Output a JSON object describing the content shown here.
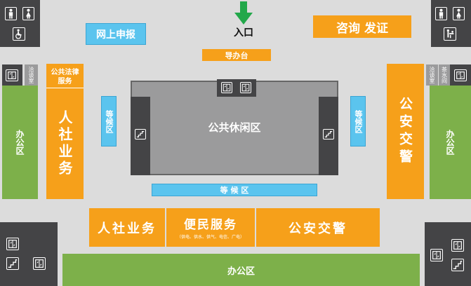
{
  "labels": {
    "entrance": "入口",
    "online_filing": "网上申报",
    "consult_issue": "咨询 发证",
    "reception": "导办台",
    "legal_services": "公共法律服务",
    "hr_social_vertical": "人社业务",
    "waiting_left": "等候区",
    "waiting_right": "等候区",
    "waiting_bottom": "等 候 区",
    "public_leisure": "公共休闲区",
    "police_vertical": "公安交警",
    "office_left": "办公区",
    "office_right": "办公区",
    "office_bottom": "办公区",
    "negotiation_left": "洽谈室",
    "negotiation_right": "洽谈室",
    "tea_room": "茶水间",
    "hr_social_bottom": "人社业务",
    "convenience": "便民服务",
    "convenience_sub": "（供电、供水、供气、电信、广电）",
    "police_bottom": "公安交警"
  },
  "colors": {
    "orange": "#f6a01a",
    "green": "#7db04a",
    "blue": "#5bc4ee",
    "dark": "#444446",
    "gray": "#9b9b9c",
    "arrow": "#22a84a"
  },
  "icons": [
    "toilet-male-icon",
    "toilet-female-icon",
    "accessible-icon",
    "baby-care-icon",
    "elevator-icon",
    "stairs-icon",
    "down-arrow-icon"
  ]
}
